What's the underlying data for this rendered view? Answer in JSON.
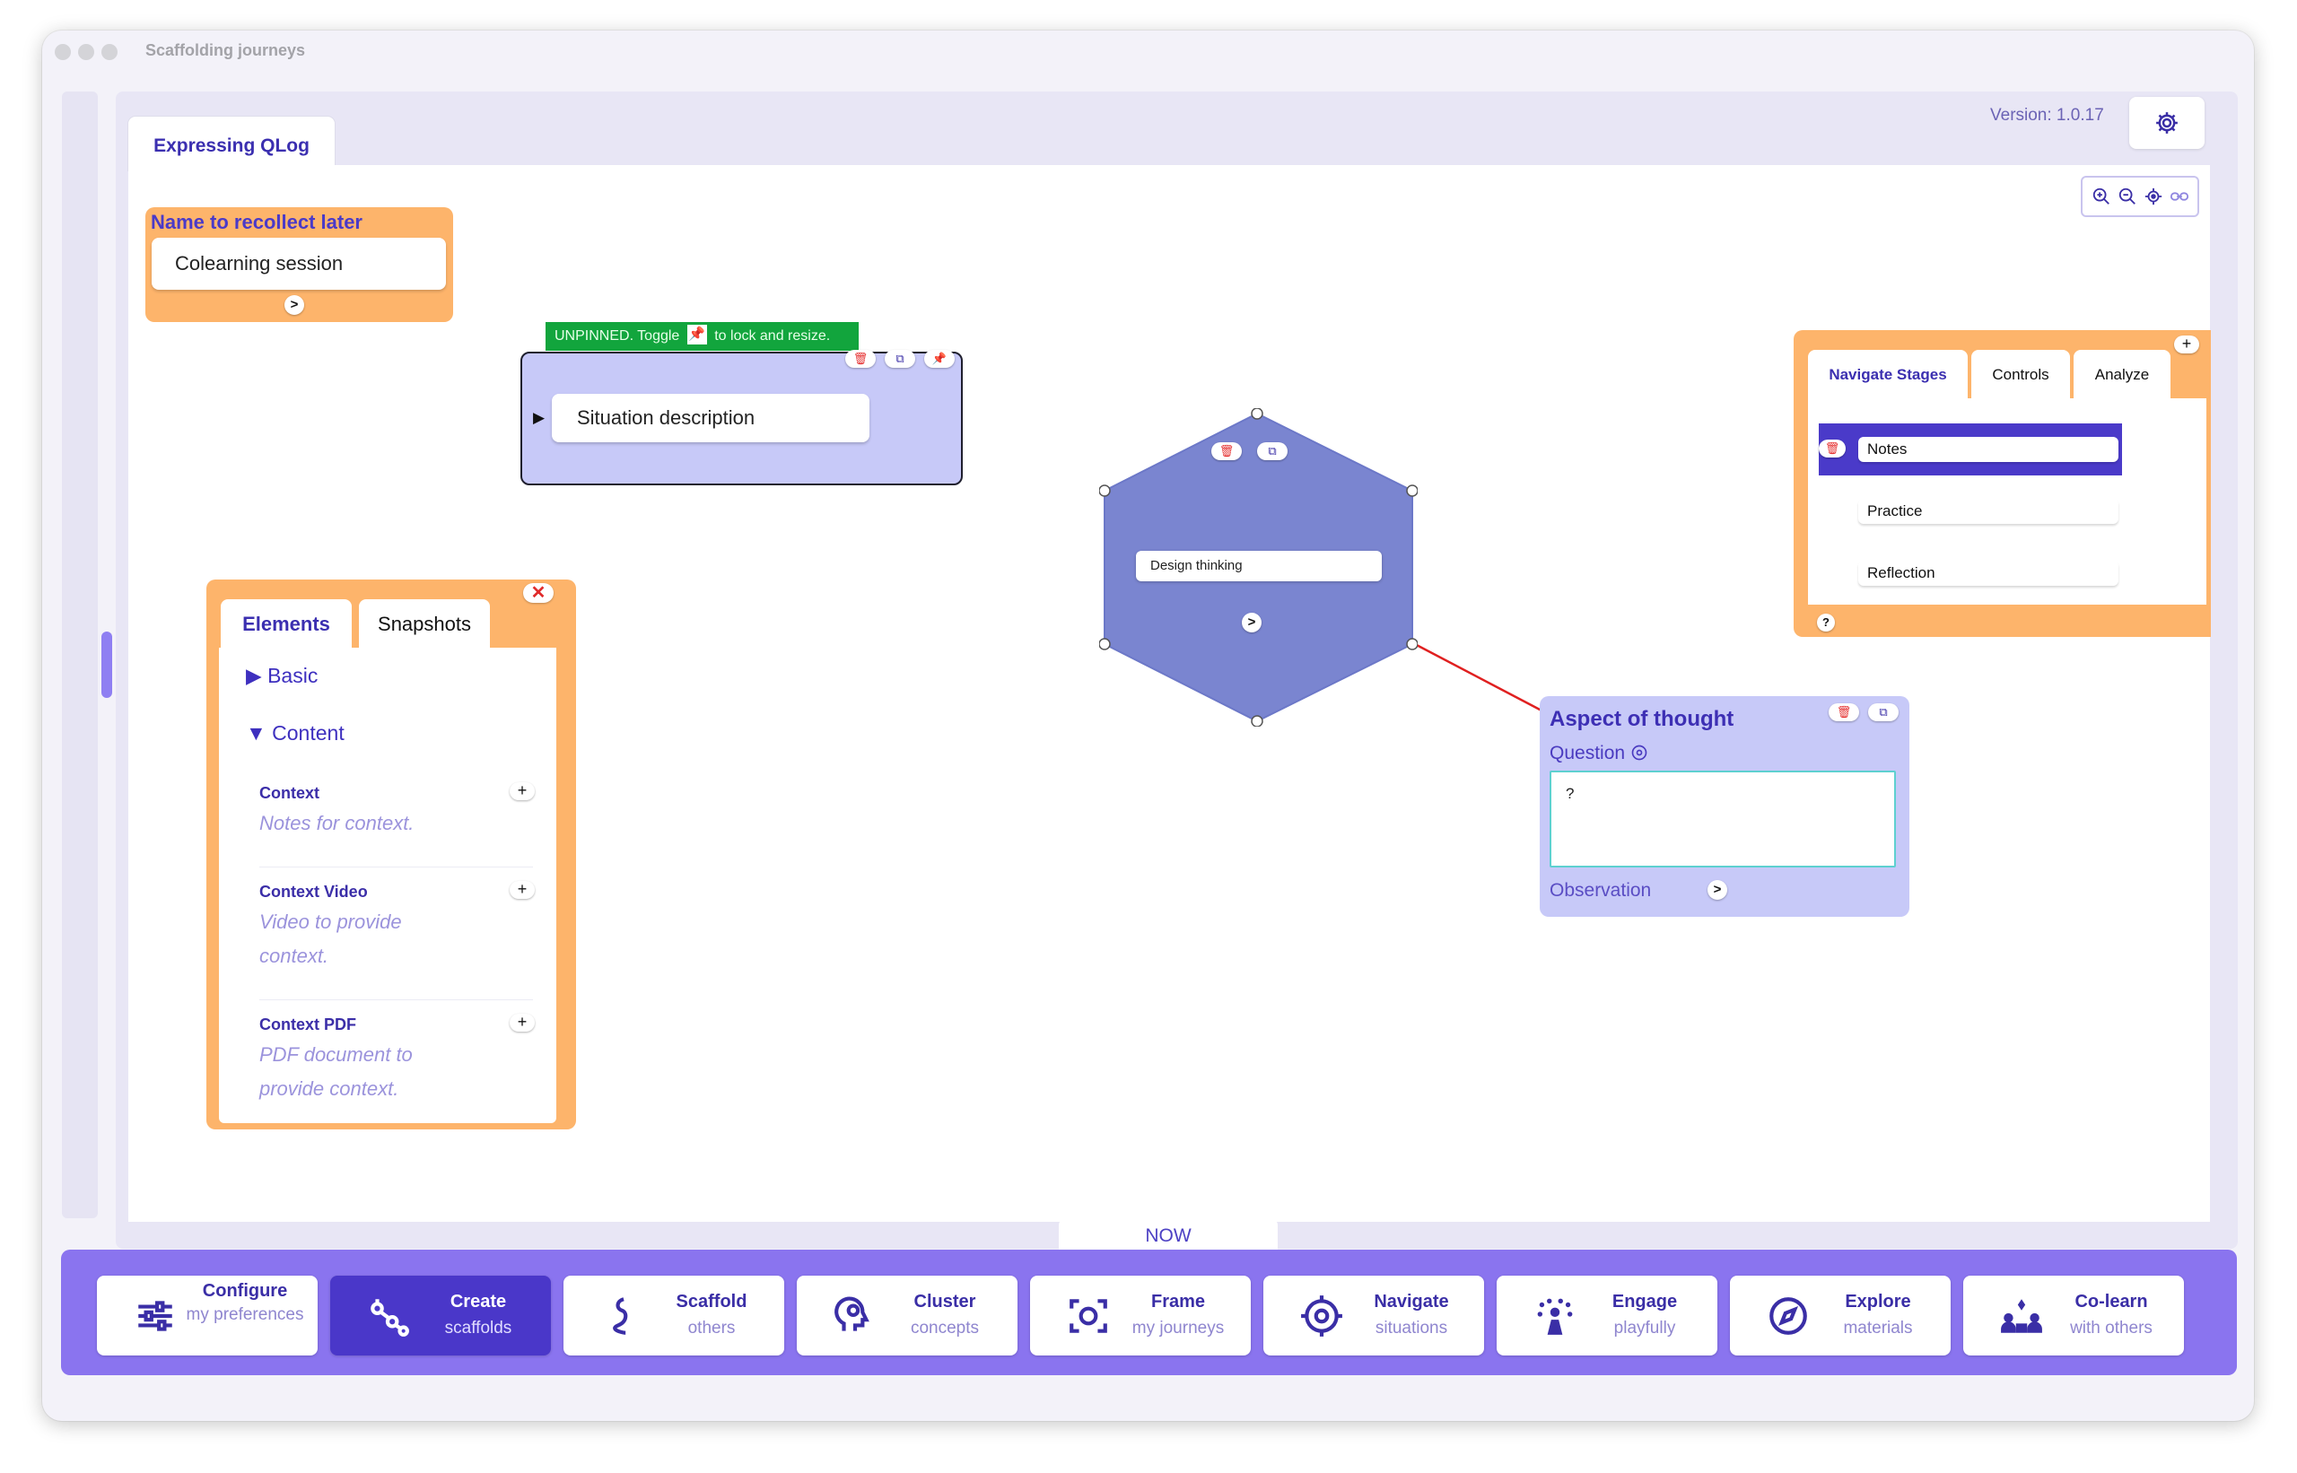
{
  "window": {
    "title": "Scaffolding journeys"
  },
  "header": {
    "doc_tab": "Expressing QLog",
    "version": "Version: 1.0.17"
  },
  "name_card": {
    "label": "Name to recollect later",
    "value": "Colearning session",
    "go": ">"
  },
  "situation_card": {
    "banner_prefix": "UNPINNED. Toggle",
    "banner_suffix": "to lock and resize.",
    "value": "Situation description",
    "expand": "▶"
  },
  "elements_panel": {
    "tabs": [
      "Elements",
      "Snapshots"
    ],
    "close": "✕",
    "sections": {
      "basic": "▶ Basic",
      "content": "▼ Content"
    },
    "items": [
      {
        "title": "Context",
        "desc": "Notes for context."
      },
      {
        "title": "Context Video",
        "desc": "Video to provide context."
      },
      {
        "title": "Context PDF",
        "desc": "PDF document to provide context."
      }
    ],
    "add": "+"
  },
  "hexagon": {
    "value": "Design thinking",
    "go": ">"
  },
  "aspect_card": {
    "title": "Aspect of thought",
    "question_label": "Question",
    "question_value": "?",
    "observation_label": "Observation",
    "go": ">"
  },
  "navigate_panel": {
    "tabs": [
      "Navigate Stages",
      "Controls",
      "Analyze"
    ],
    "stages": [
      "Notes",
      "Practice",
      "Reflection"
    ],
    "add": "+",
    "help": "?"
  },
  "now_label": "NOW",
  "bottom_nav": [
    {
      "title": "Configure",
      "sub": "my preferences",
      "icon": "sliders-icon",
      "active": false
    },
    {
      "title": "Create",
      "sub": "scaffolds",
      "icon": "share-nodes-icon",
      "active": true
    },
    {
      "title": "Scaffold",
      "sub": "others",
      "icon": "squiggle-icon",
      "active": false
    },
    {
      "title": "Cluster",
      "sub": "concepts",
      "icon": "head-brain-icon",
      "active": false
    },
    {
      "title": "Frame",
      "sub": "my journeys",
      "icon": "frame-focus-icon",
      "active": false
    },
    {
      "title": "Navigate",
      "sub": "situations",
      "icon": "target-icon",
      "active": false
    },
    {
      "title": "Engage",
      "sub": "playfully",
      "icon": "play-person-icon",
      "active": false
    },
    {
      "title": "Explore",
      "sub": "materials",
      "icon": "compass-icon",
      "active": false
    },
    {
      "title": "Co-learn",
      "sub": "with others",
      "icon": "group-icon",
      "active": false
    }
  ],
  "colors": {
    "accent": "#4a37c9",
    "bar": "#8a74ef",
    "orange": "#fdb46b",
    "card": "#c7c9f8",
    "hex": "#7a85d0",
    "link": "#e02020"
  }
}
